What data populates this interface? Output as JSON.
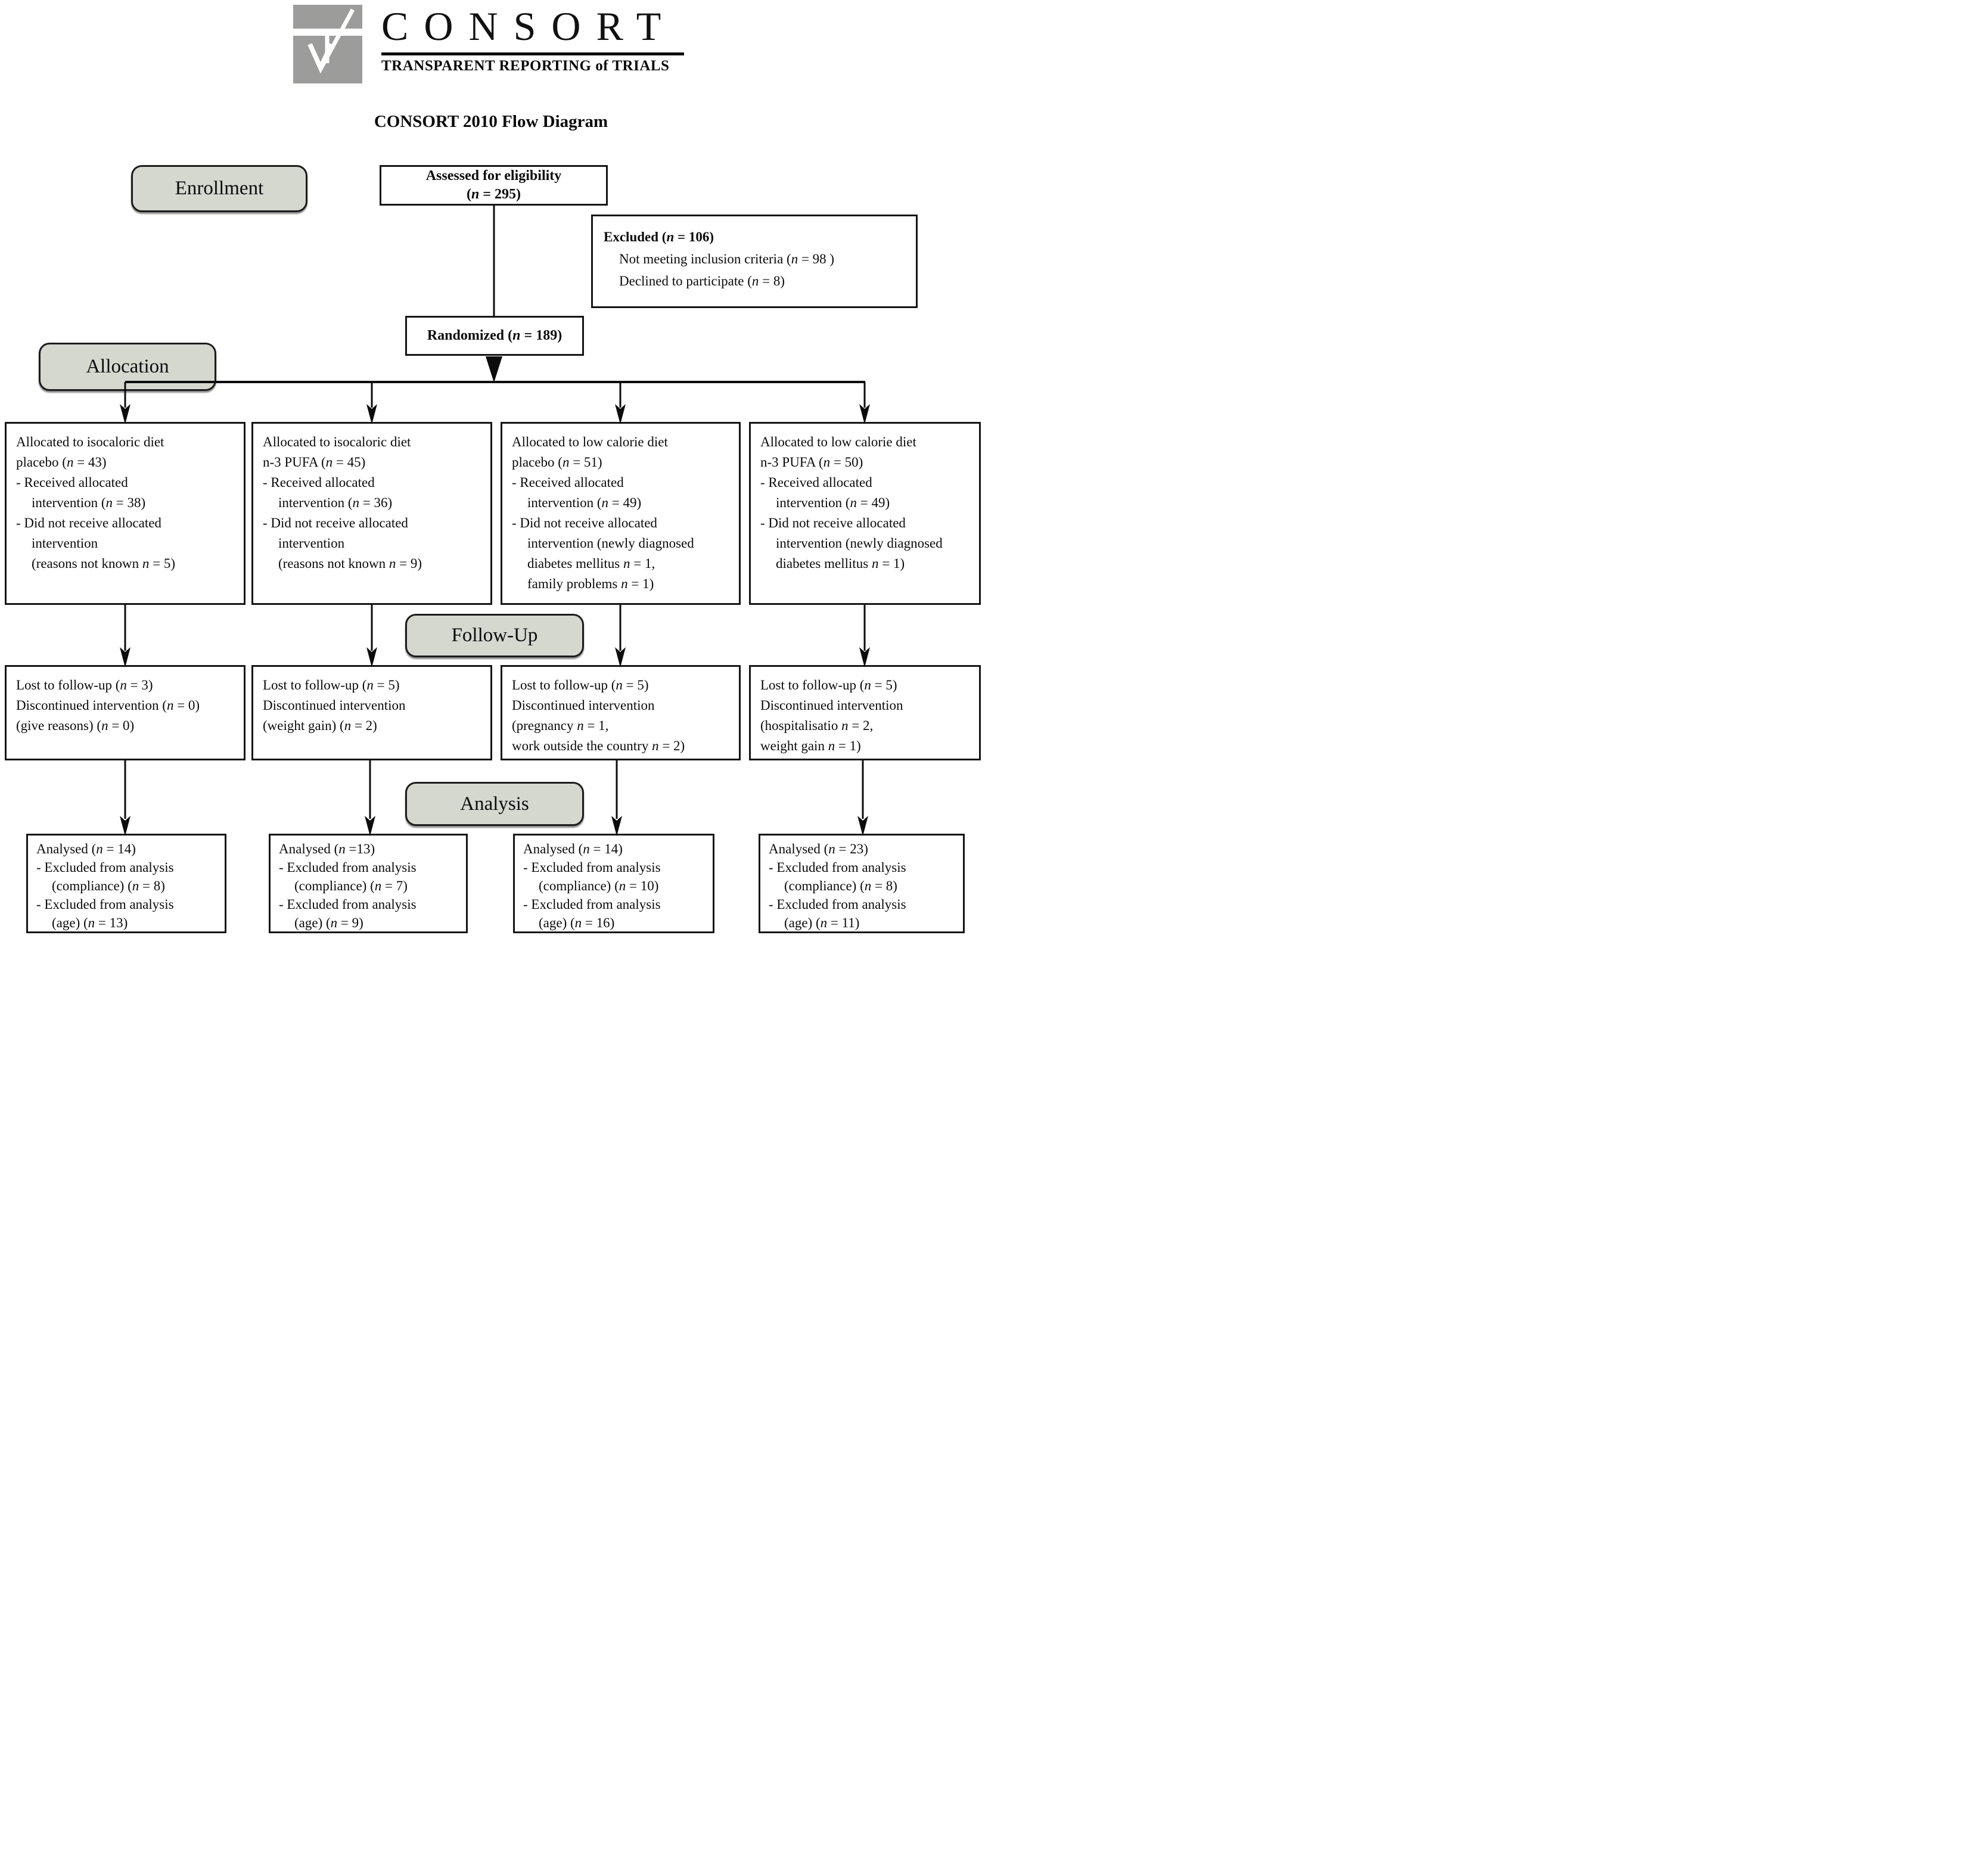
{
  "header": {
    "wordmark": "CONSORT",
    "tagline": "TRANSPARENT REPORTING of TRIALS",
    "title": "CONSORT 2010 Flow Diagram"
  },
  "phase_labels": {
    "enrollment": "Enrollment",
    "allocation": "Allocation",
    "followup": "Follow-Up",
    "analysis": "Analysis"
  },
  "colors": {
    "phase_fill": "#d5d8cf",
    "line": "#0b0b0b",
    "logo_gray": "#9c9c9a"
  },
  "boxes": {
    "assessed": {
      "line1": "Assessed for eligibility",
      "line2": "(n = 295)"
    },
    "excluded": {
      "title": "Excluded  (n = 106)",
      "items": [
        {
          "t": "Not meeting inclusion criteria (n = 98 )",
          "i": 1
        },
        {
          "t": "Declined to participate (n = 8)",
          "i": 1
        }
      ]
    },
    "randomized": {
      "label": "Randomized (n = 189)"
    },
    "allocation": [
      {
        "lines": [
          {
            "t": "Allocated to isocaloric diet",
            "i": 0
          },
          {
            "t": "placebo (n = 43)",
            "i": 0
          },
          {
            "t": "- Received allocated",
            "i": 0
          },
          {
            "t": "intervention (n = 38)",
            "i": 1
          },
          {
            "t": "- Did not receive allocated",
            "i": 0
          },
          {
            "t": "intervention",
            "i": 1
          },
          {
            "t": "(reasons not known n = 5)",
            "i": 1
          }
        ]
      },
      {
        "lines": [
          {
            "t": "Allocated to isocaloric diet",
            "i": 0
          },
          {
            "t": "n-3 PUFA (n = 45)",
            "i": 0
          },
          {
            "t": "- Received allocated",
            "i": 0
          },
          {
            "t": "intervention (n = 36)",
            "i": 1
          },
          {
            "t": "- Did not receive allocated",
            "i": 0
          },
          {
            "t": "intervention",
            "i": 1
          },
          {
            "t": "(reasons not known n = 9)",
            "i": 1
          }
        ]
      },
      {
        "lines": [
          {
            "t": "Allocated to low calorie diet",
            "i": 0
          },
          {
            "t": "placebo (n = 51)",
            "i": 0
          },
          {
            "t": "- Received allocated",
            "i": 0
          },
          {
            "t": "intervention (n = 49)",
            "i": 1
          },
          {
            "t": "- Did not receive allocated",
            "i": 0
          },
          {
            "t": "intervention (newly diagnosed",
            "i": 1
          },
          {
            "t": "diabetes mellitus n = 1,",
            "i": 1
          },
          {
            "t": "family problems n = 1)",
            "i": 1
          }
        ]
      },
      {
        "lines": [
          {
            "t": "Allocated to low calorie diet",
            "i": 0
          },
          {
            "t": "n-3 PUFA (n = 50)",
            "i": 0
          },
          {
            "t": "- Received allocated",
            "i": 0
          },
          {
            "t": "intervention (n = 49)",
            "i": 1
          },
          {
            "t": "- Did not receive allocated",
            "i": 0
          },
          {
            "t": "intervention (newly diagnosed",
            "i": 1
          },
          {
            "t": "diabetes mellitus n = 1)",
            "i": 1
          }
        ]
      }
    ],
    "followup": [
      {
        "lines": [
          {
            "t": "Lost to follow-up  (n = 3)",
            "i": 0
          },
          {
            "t": "Discontinued intervention (n = 0)",
            "i": 0
          },
          {
            "t": "(give reasons) (n = 0)",
            "i": 0
          }
        ]
      },
      {
        "lines": [
          {
            "t": "Lost to follow-up  (n = 5)",
            "i": 0
          },
          {
            "t": "Discontinued intervention",
            "i": 0
          },
          {
            "t": "(weight gain) (n = 2)",
            "i": 0
          }
        ]
      },
      {
        "lines": [
          {
            "t": "Lost to follow-up  (n = 5)",
            "i": 0
          },
          {
            "t": "Discontinued intervention",
            "i": 0
          },
          {
            "t": "(pregnancy n = 1,",
            "i": 0
          },
          {
            "t": "work outside the country n = 2)",
            "i": 0
          }
        ]
      },
      {
        "lines": [
          {
            "t": "Lost to follow-up  (n = 5)",
            "i": 0
          },
          {
            "t": "Discontinued intervention",
            "i": 0
          },
          {
            "t": "(hospitalisatio n = 2,",
            "i": 0
          },
          {
            "t": "weight gain n = 1)",
            "i": 0
          }
        ]
      }
    ],
    "analysis": [
      {
        "lines": [
          {
            "t": "Analysed  (n = 14)",
            "i": 0
          },
          {
            "t": "- Excluded from analysis",
            "i": 0
          },
          {
            "t": "(compliance) (n = 8)",
            "i": 1
          },
          {
            "t": "- Excluded from analysis",
            "i": 0
          },
          {
            "t": "(age) (n = 13)",
            "i": 1
          }
        ]
      },
      {
        "lines": [
          {
            "t": "Analysed  (n =13)",
            "i": 0
          },
          {
            "t": "- Excluded from analysis",
            "i": 0
          },
          {
            "t": "(compliance) (n = 7)",
            "i": 1
          },
          {
            "t": "- Excluded from analysis",
            "i": 0
          },
          {
            "t": "(age) (n = 9)",
            "i": 1
          }
        ]
      },
      {
        "lines": [
          {
            "t": "Analysed  (n = 14)",
            "i": 0
          },
          {
            "t": "- Excluded from analysis",
            "i": 0
          },
          {
            "t": "(compliance) (n = 10)",
            "i": 1
          },
          {
            "t": "- Excluded from analysis",
            "i": 0
          },
          {
            "t": "(age) (n = 16)",
            "i": 1
          }
        ]
      },
      {
        "lines": [
          {
            "t": "Analysed  (n = 23)",
            "i": 0
          },
          {
            "t": "- Excluded from analysis",
            "i": 0
          },
          {
            "t": "(compliance) (n = 8)",
            "i": 1
          },
          {
            "t": "- Excluded from analysis",
            "i": 0
          },
          {
            "t": "(age) (n = 11)",
            "i": 1
          }
        ]
      }
    ]
  }
}
